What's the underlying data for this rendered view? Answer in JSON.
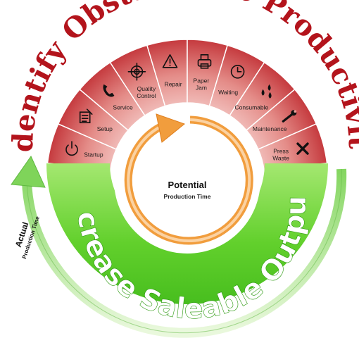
{
  "title": "Identify Obstacles to Productivity",
  "bottom_text": "Increase Saleable Output",
  "center": {
    "line1": "Potential",
    "line2": "Production Time"
  },
  "actual": {
    "line1": "Actual",
    "line2": "Production Time"
  },
  "colors": {
    "title": "#b3141c",
    "segment_light": "#f2c0bd",
    "segment_dark": "#c53a3e",
    "green_light": "#c8f0a0",
    "green_dark": "#3fbf1a",
    "orange_ring": "#f5a04a",
    "arrow_green": "#8fd66b"
  },
  "segments": [
    {
      "label_lines": [
        "Startup"
      ],
      "icon": "power-icon"
    },
    {
      "label_lines": [
        "Setup"
      ],
      "icon": "checklist-icon"
    },
    {
      "label_lines": [
        "Service"
      ],
      "icon": "phone-icon"
    },
    {
      "label_lines": [
        "Quality",
        "Control"
      ],
      "icon": "crosshair-icon"
    },
    {
      "label_lines": [
        "Repair"
      ],
      "icon": "warning-icon"
    },
    {
      "label_lines": [
        "Paper",
        "Jam"
      ],
      "icon": "printer-icon"
    },
    {
      "label_lines": [
        "Waiting"
      ],
      "icon": "clock-icon"
    },
    {
      "label_lines": [
        "Consumable"
      ],
      "icon": "ink-drops-icon"
    },
    {
      "label_lines": [
        "Maintenance"
      ],
      "icon": "wrench-icon"
    },
    {
      "label_lines": [
        "Press",
        "Waste"
      ],
      "icon": "x-icon"
    }
  ]
}
